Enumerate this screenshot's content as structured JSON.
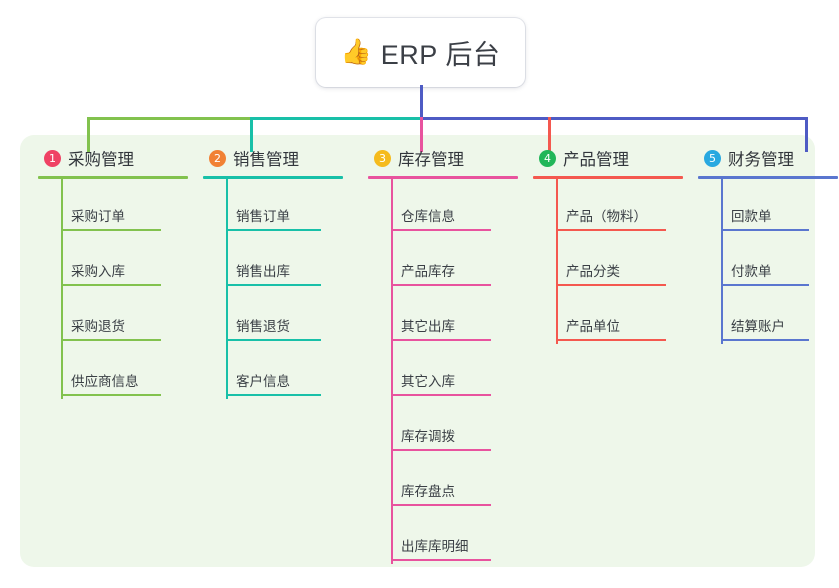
{
  "diagram": {
    "type": "mindmap",
    "root": {
      "emoji": "👍",
      "emoji_name": "thumbs-up-icon",
      "title": "ERP 后台"
    },
    "panel_color": "#eef7ea",
    "bus": {
      "segments": [
        {
          "name": "bus-green",
          "color": "#82c24e"
        },
        {
          "name": "bus-teal",
          "color": "#18c0a8"
        },
        {
          "name": "bus-indigo",
          "color": "#4e5bc4"
        }
      ],
      "stem_color": "#4e5bc4"
    },
    "branches": [
      {
        "number": "1",
        "title": "采购管理",
        "badge_color": "#ef4264",
        "line_color": "#82c24e",
        "stub_color": "#82c24e",
        "items": [
          "采购订单",
          "采购入库",
          "采购退货",
          "供应商信息"
        ]
      },
      {
        "number": "2",
        "title": "销售管理",
        "badge_color": "#f18134",
        "line_color": "#18c0a8",
        "stub_color": "#18c0a8",
        "items": [
          "销售订单",
          "销售出库",
          "销售退货",
          "客户信息"
        ]
      },
      {
        "number": "3",
        "title": "库存管理",
        "badge_color": "#f5bb1d",
        "line_color": "#e8539e",
        "stub_color": "#e8539e",
        "items": [
          "仓库信息",
          "产品库存",
          "其它出库",
          "其它入库",
          "库存调拨",
          "库存盘点",
          "出库库明细"
        ]
      },
      {
        "number": "4",
        "title": "产品管理",
        "badge_color": "#21b659",
        "line_color": "#f4584f",
        "stub_color": "#f4584f",
        "items": [
          "产品（物料）",
          "产品分类",
          "产品单位"
        ]
      },
      {
        "number": "5",
        "title": "财务管理",
        "badge_color": "#28a8e0",
        "line_color": "#5a76cf",
        "stub_color": "#4e5bc4",
        "items": [
          "回款单",
          "付款单",
          "结算账户"
        ]
      }
    ]
  }
}
